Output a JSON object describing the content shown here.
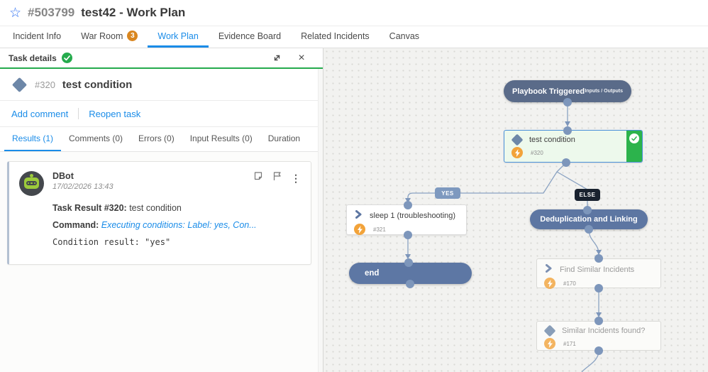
{
  "app": {
    "incident_id": "#503799",
    "title": "test42 - Work Plan"
  },
  "tabs": [
    {
      "label": "Incident Info"
    },
    {
      "label": "War Room",
      "badge": "3"
    },
    {
      "label": "Work Plan",
      "active": true
    },
    {
      "label": "Evidence Board"
    },
    {
      "label": "Related Incidents"
    },
    {
      "label": "Canvas"
    }
  ],
  "panel": {
    "title": "Task details",
    "task_id": "#320",
    "task_name": "test condition",
    "actions": {
      "add_comment": "Add comment",
      "reopen": "Reopen task"
    },
    "tabs": [
      {
        "label": "Results (1)",
        "active": true
      },
      {
        "label": "Comments (0)"
      },
      {
        "label": "Errors (0)"
      },
      {
        "label": "Input Results (0)"
      },
      {
        "label": "Duration"
      }
    ],
    "entry": {
      "author": "DBot",
      "timestamp": "17/02/2026 13:43",
      "result_label": "Task Result",
      "result_id": "#320:",
      "result_name": "test condition",
      "command_label": "Command:",
      "command_text": "Executing conditions: Label: yes, Con...",
      "output": "Condition result: \"yes\"",
      "kebab": "⋮"
    }
  },
  "canvas": {
    "playbook": {
      "label": "Playbook Triggered",
      "sub": "Inputs / Outputs"
    },
    "test": {
      "label": "test condition",
      "id": "#320"
    },
    "branch_yes": "YES",
    "branch_else": "ELSE",
    "sleep": {
      "label": "sleep 1 (troubleshooting)",
      "id": "#321"
    },
    "end_node": {
      "label": "end"
    },
    "dedup": {
      "label": "Deduplication and Linking"
    },
    "find": {
      "label": "Find Similar Incidents",
      "id": "#170"
    },
    "similar": {
      "label": "Similar Incidents found?",
      "id": "#171"
    }
  },
  "icons": {
    "star": "☆",
    "close": "×"
  },
  "colors": {
    "accent_blue": "#1a8ce8",
    "success_green": "#25ab4d",
    "badge_orange": "#d9861f",
    "node_slate": "#5d76a2",
    "header_pill": "#5a6b89",
    "connector": "#7d96bb",
    "lightning_orange": "#f2a33a",
    "else_dark": "#19222f",
    "yes_badge": "#7e99bf",
    "task_done_green": "#2cb34c"
  }
}
